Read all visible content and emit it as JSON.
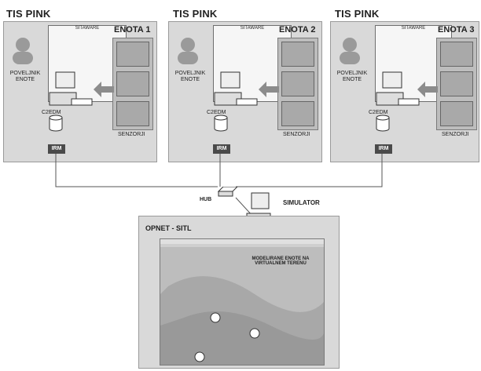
{
  "units": [
    {
      "title": "TIS PINK",
      "enota": "ENOTA 1",
      "sitaware": "SITAWARE",
      "povel": "POVELJNIK ENOTE",
      "c2": "C2EDM",
      "senzorji": "SENZORJI",
      "irm": "IRM"
    },
    {
      "title": "TIS PINK",
      "enota": "ENOTA 2",
      "sitaware": "SITAWARE",
      "povel": "POVELJNIK ENOTE",
      "c2": "C2EDM",
      "senzorji": "SENZORJI",
      "irm": "IRM"
    },
    {
      "title": "TIS PINK",
      "enota": "ENOTA 3",
      "sitaware": "SITAWARE",
      "povel": "POVELJNIK ENOTE",
      "c2": "C2EDM",
      "senzorji": "SENZORJI",
      "irm": "IRM"
    }
  ],
  "network": {
    "hub": "HUB",
    "simulator": "SIMULATOR"
  },
  "opnet": {
    "title": "OPNET - SITL",
    "map_caption": "MODELIRANE ENOTE NA VIRTUALNEM TERENU"
  },
  "colors": {
    "panel": "#d9d9d9",
    "panel_border": "#9a9a9a",
    "irm": "#4a4a4a",
    "link": "#555555"
  }
}
